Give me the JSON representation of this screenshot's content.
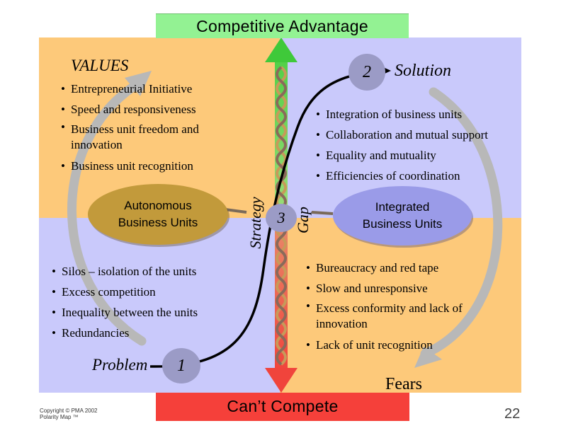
{
  "header": {
    "title": "Competitive Advantage"
  },
  "footer": {
    "title": "Can’t Compete"
  },
  "quadrants": {
    "top_left": {
      "heading": "VALUES",
      "bullets": [
        "Entrepreneurial Initiative",
        "Speed and responsiveness",
        "Business unit freedom and innovation",
        "Business unit recognition"
      ]
    },
    "top_right": {
      "number": "2",
      "heading": "Solution",
      "bullets": [
        "Integration of business units",
        "Collaboration and mutual support",
        "Equality and mutuality",
        "Efficiencies of coordination"
      ]
    },
    "bottom_left": {
      "bullets": [
        "Silos – isolation of the units",
        "Excess competition",
        "Inequality between the units",
        "Redundancies"
      ],
      "heading": "Problem",
      "number": "1"
    },
    "bottom_right": {
      "bullets": [
        "Bureaucracy and red tape",
        "Slow and unresponsive",
        "Excess conformity and lack of innovation",
        "Lack of unit recognition"
      ],
      "heading": "Fears"
    }
  },
  "poles": {
    "left": "Autonomous Business Units",
    "right": "Integrated Business Units"
  },
  "center": {
    "number": "3",
    "label_left": "Strategy",
    "label_right": "Gap"
  },
  "copyright": [
    "Copyright © PMA 2002",
    "Polarity Map ™"
  ],
  "page_number": "22",
  "colors": {
    "values_quadrant": "#fdc97a",
    "lavender_quadrant": "#c9c9fb",
    "top_banner": "#93f293",
    "bottom_banner": "#f5403a",
    "arrow_up": "#5ad04a",
    "arrow_down": "#f0443c"
  }
}
